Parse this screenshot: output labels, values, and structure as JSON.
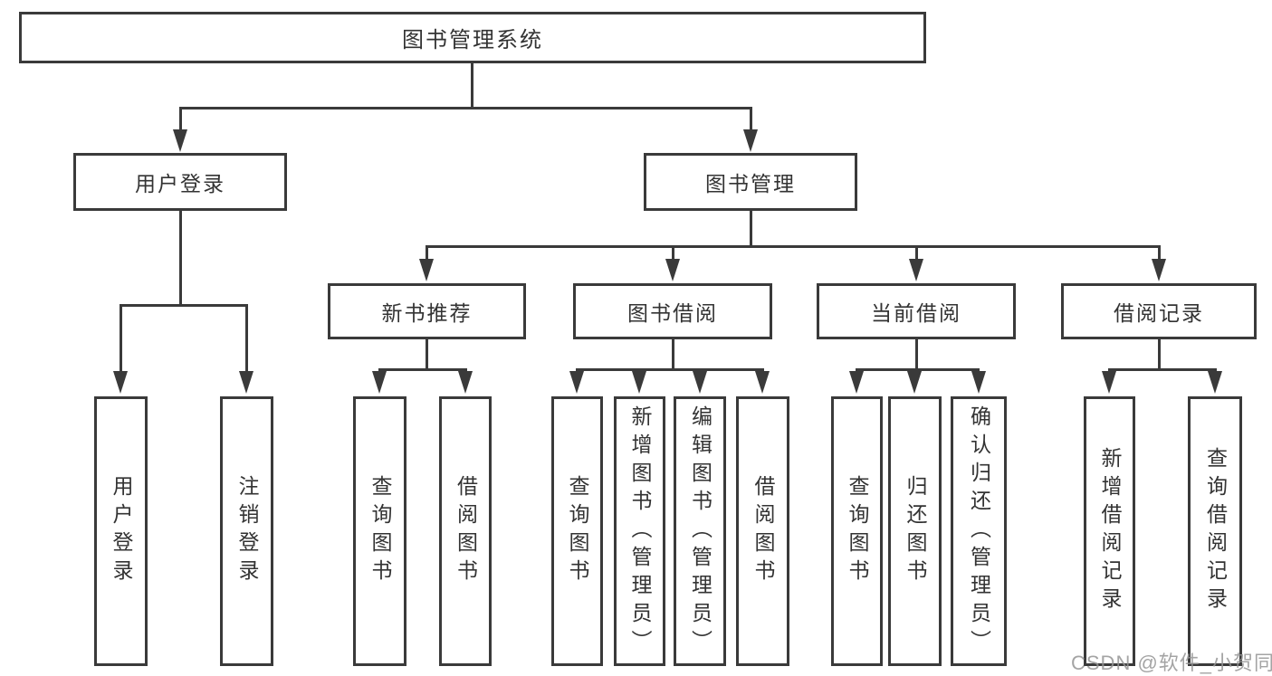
{
  "diagram_type": "tree",
  "colors": {
    "line": "#3a3a3a",
    "border": "#3a3a3a",
    "text": "#333333",
    "background": "#ffffff",
    "watermark": "#949494"
  },
  "nodes": {
    "root": "图书管理系统",
    "level2": {
      "user_login": "用户登录",
      "book_management": "图书管理"
    },
    "level3": {
      "new_book_recommend": "新书推荐",
      "book_borrow": "图书借阅",
      "current_borrow": "当前借阅",
      "borrow_record": "借阅记录"
    },
    "leaves": {
      "user_login": "用户登录",
      "logout": "注销登录",
      "query_book_1": "查询图书",
      "borrow_book_1": "借阅图书",
      "query_book_2": "查询图书",
      "add_book_admin": "新增图书（管理员）",
      "edit_book_admin": "编辑图书（管理员）",
      "borrow_book_2": "借阅图书",
      "query_book_3": "查询图书",
      "return_book": "归还图书",
      "confirm_return_admin": "确认归还（管理员）",
      "add_borrow_record": "新增借阅记录",
      "query_borrow_record": "查询借阅记录"
    }
  },
  "edges": [
    [
      "图书管理系统",
      "用户登录"
    ],
    [
      "图书管理系统",
      "图书管理"
    ],
    [
      "用户登录",
      "用户登录(叶)"
    ],
    [
      "用户登录",
      "注销登录"
    ],
    [
      "图书管理",
      "新书推荐"
    ],
    [
      "图书管理",
      "图书借阅"
    ],
    [
      "图书管理",
      "当前借阅"
    ],
    [
      "图书管理",
      "借阅记录"
    ],
    [
      "新书推荐",
      "查询图书"
    ],
    [
      "新书推荐",
      "借阅图书"
    ],
    [
      "图书借阅",
      "查询图书"
    ],
    [
      "图书借阅",
      "新增图书（管理员）"
    ],
    [
      "图书借阅",
      "编辑图书（管理员）"
    ],
    [
      "图书借阅",
      "借阅图书"
    ],
    [
      "当前借阅",
      "查询图书"
    ],
    [
      "当前借阅",
      "归还图书"
    ],
    [
      "当前借阅",
      "确认归还（管理员）"
    ],
    [
      "借阅记录",
      "新增借阅记录"
    ],
    [
      "借阅记录",
      "查询借阅记录"
    ]
  ],
  "watermark": "CSDN @软件_小贺同学"
}
